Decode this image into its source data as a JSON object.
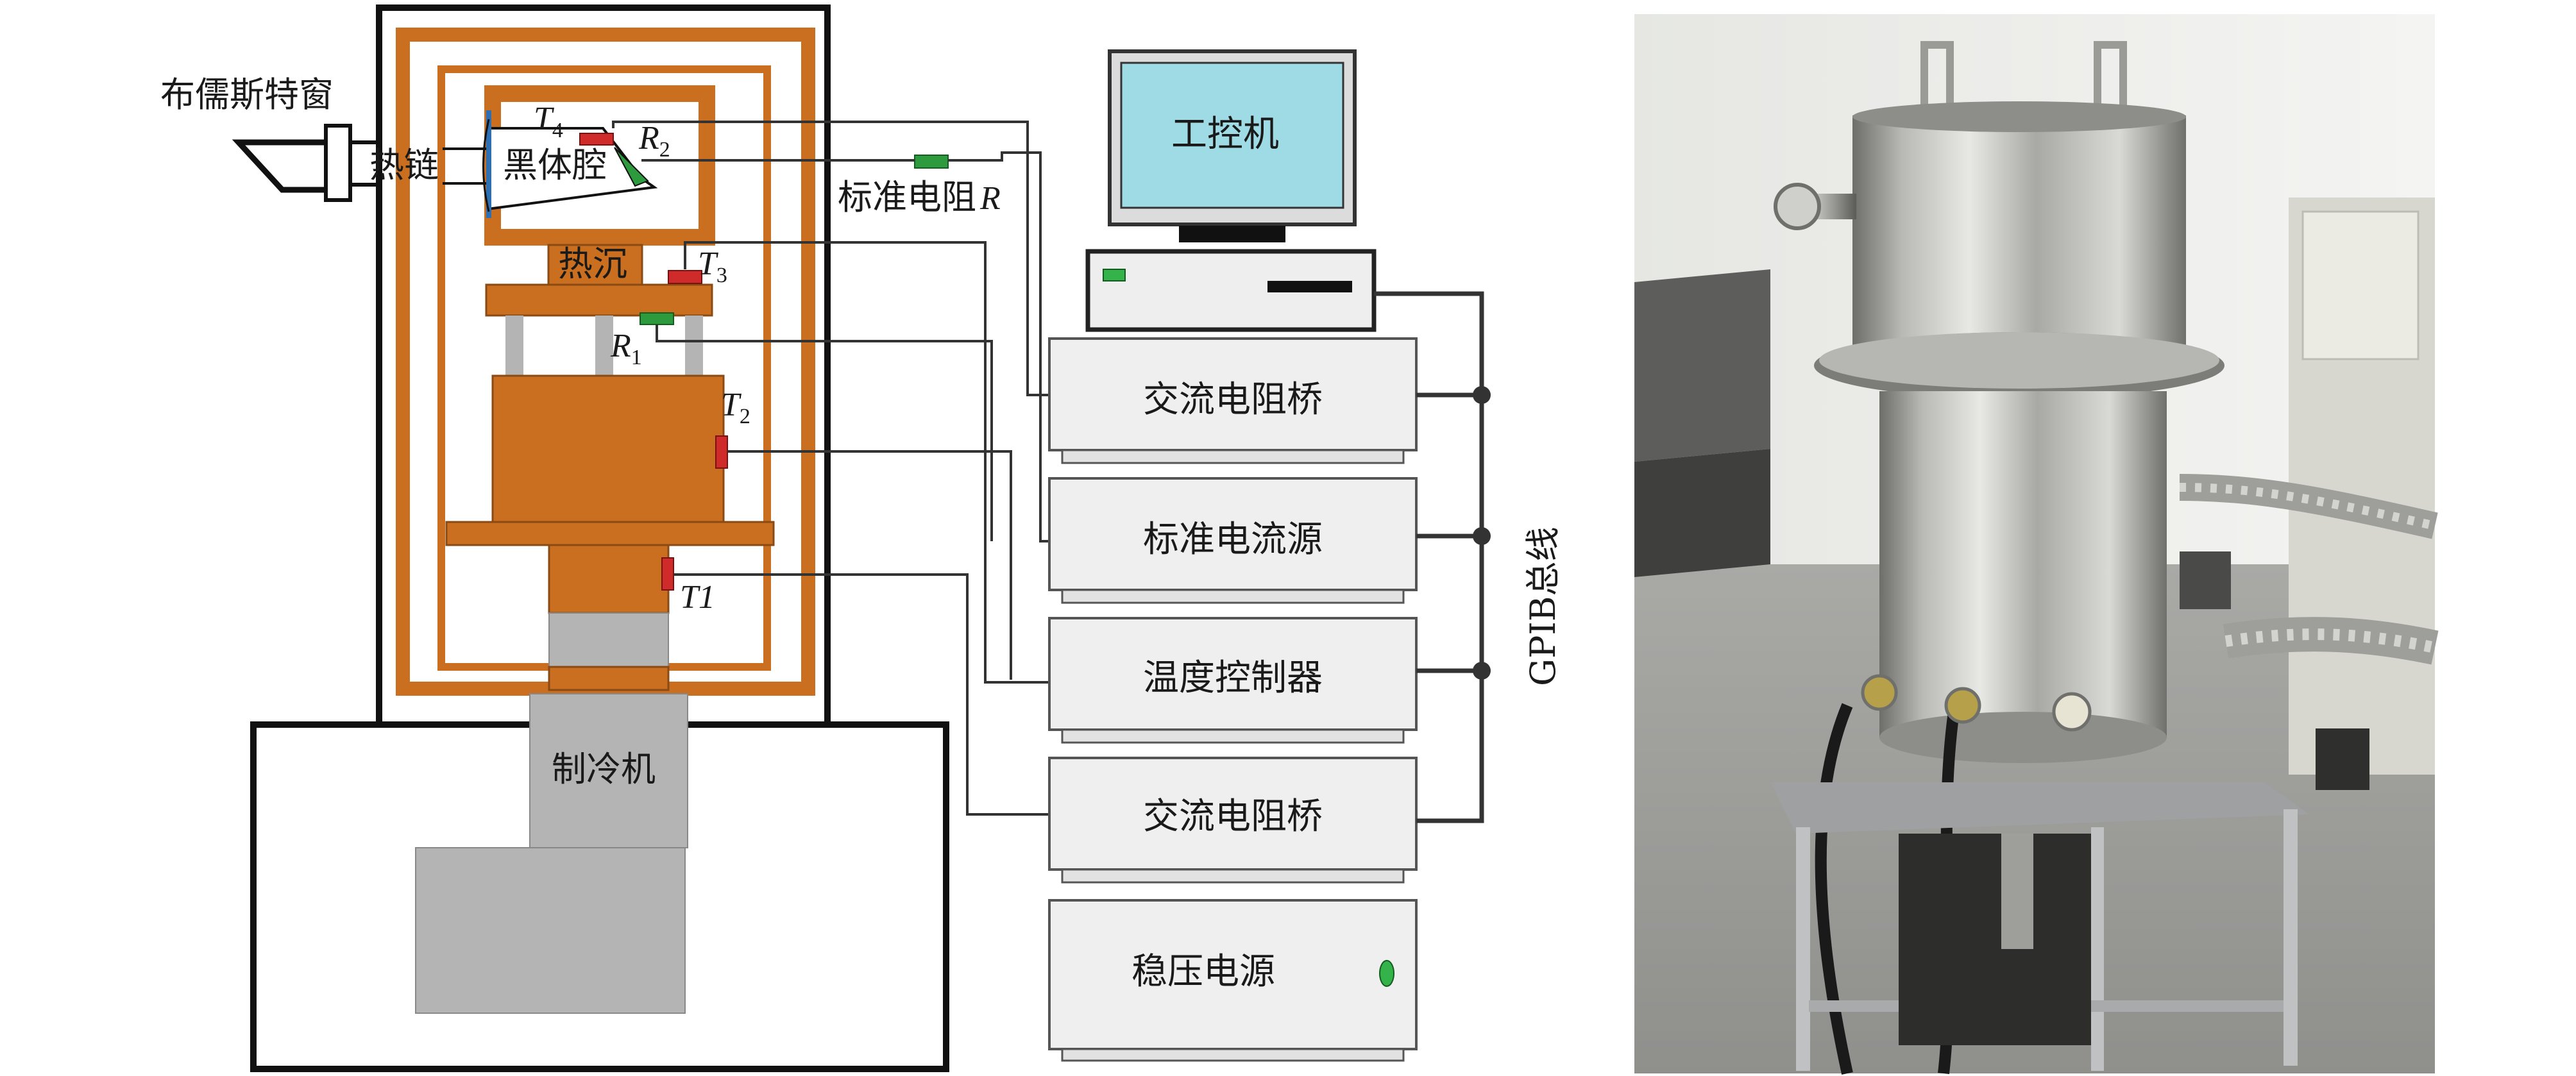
{
  "left_diagram": {
    "window_label": "布儒斯特窗",
    "heat_link_label": "热链",
    "blackbody_label": "黑体腔",
    "heatsink_label": "热沉",
    "cooler_label": "制冷机",
    "sensors": {
      "t4_main": "T",
      "t4_sub": "4",
      "r2_main": "R",
      "r2_sub": "2",
      "t3_main": "T",
      "t3_sub": "3",
      "r1_main": "R",
      "r1_sub": "1",
      "t2_main": "T",
      "t2_sub": "2",
      "t1_label": "T1"
    },
    "standard_resistor_label": "标准电阻",
    "standard_resistor_symbol": "R"
  },
  "instruments": {
    "pc_label": "工控机",
    "units": [
      {
        "label": "交流电阻桥"
      },
      {
        "label": "标准电流源"
      },
      {
        "label": "温度控制器"
      },
      {
        "label": "交流电阻桥"
      },
      {
        "label": "稳压电源"
      }
    ],
    "bus_label": "GPIB总线"
  },
  "colors": {
    "copper": "#c96f1f",
    "copper_dark": "#8a4a14",
    "gray": "#b4b4b4",
    "screen": "#9fdbe4",
    "sensor_red": "#cf2b2b",
    "resistor_green": "#2d9a3e",
    "led_green": "#33b34a"
  }
}
